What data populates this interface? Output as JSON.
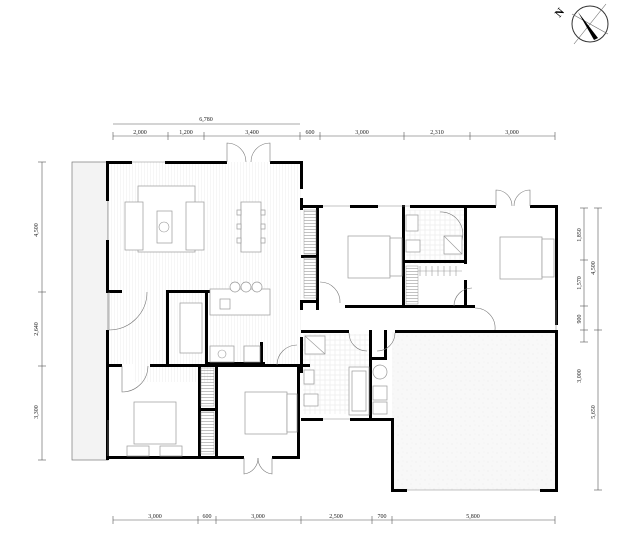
{
  "compass": {
    "label": "N",
    "icon": "north-arrow-icon"
  },
  "dimensions": {
    "top_overall": "6,780",
    "top": [
      "2,000",
      "1,200",
      "3,400",
      "600",
      "3,000",
      "2,310",
      "3,000"
    ],
    "bottom": [
      "3,000",
      "600",
      "3,000",
      "2,500",
      "700",
      "5,800"
    ],
    "left": [
      "4,500",
      "2,640",
      "3,300"
    ],
    "right_inner": [
      "1,850",
      "1,570",
      "900",
      "3,000"
    ],
    "right_outer": [
      "4,500",
      "5,650"
    ]
  },
  "rooms": [
    {
      "id": "deck",
      "type": "deck"
    },
    {
      "id": "living-dining",
      "type": "open-plan living and dining"
    },
    {
      "id": "kitchen",
      "type": "kitchen"
    },
    {
      "id": "pantry",
      "type": "pantry"
    },
    {
      "id": "bedroom-2",
      "type": "bedroom"
    },
    {
      "id": "ensuite",
      "type": "ensuite"
    },
    {
      "id": "walk-in-robe",
      "type": "walk-in robe"
    },
    {
      "id": "master-bedroom",
      "type": "bedroom"
    },
    {
      "id": "hallway",
      "type": "hallway"
    },
    {
      "id": "bathroom",
      "type": "bathroom"
    },
    {
      "id": "laundry",
      "type": "laundry"
    },
    {
      "id": "garage",
      "type": "garage"
    },
    {
      "id": "bedroom-3",
      "type": "bedroom"
    },
    {
      "id": "bedroom-4",
      "type": "bedroom"
    }
  ],
  "colors": {
    "wall": "#000000",
    "fixture": "#999999",
    "deck": "#f2f2f2",
    "garage": "#f7f7f7"
  }
}
